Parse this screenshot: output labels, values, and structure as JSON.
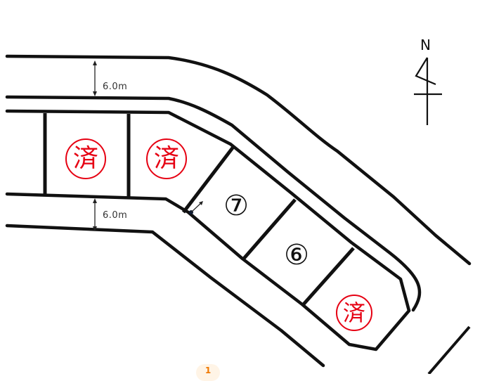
{
  "map": {
    "type": "subdivision-lot-plan",
    "road_widths": [
      {
        "id": "road-north",
        "label": "6.0m"
      },
      {
        "id": "road-south",
        "label": "6.0m"
      }
    ],
    "lots": [
      {
        "id": "lot-a",
        "label": "済",
        "status": "sold"
      },
      {
        "id": "lot-b",
        "label": "済",
        "status": "sold"
      },
      {
        "id": "lot-7",
        "label": "⑦",
        "number": "7",
        "status": "available"
      },
      {
        "id": "lot-6",
        "label": "⑥",
        "number": "6",
        "status": "available"
      },
      {
        "id": "lot-c",
        "label": "済",
        "status": "sold"
      }
    ],
    "north_arrow": {
      "label": "N"
    },
    "colors": {
      "sold_stamp": "#e60012",
      "lines": "#111111",
      "badge": "#f07800"
    }
  },
  "pagination": {
    "current_page": "1"
  }
}
